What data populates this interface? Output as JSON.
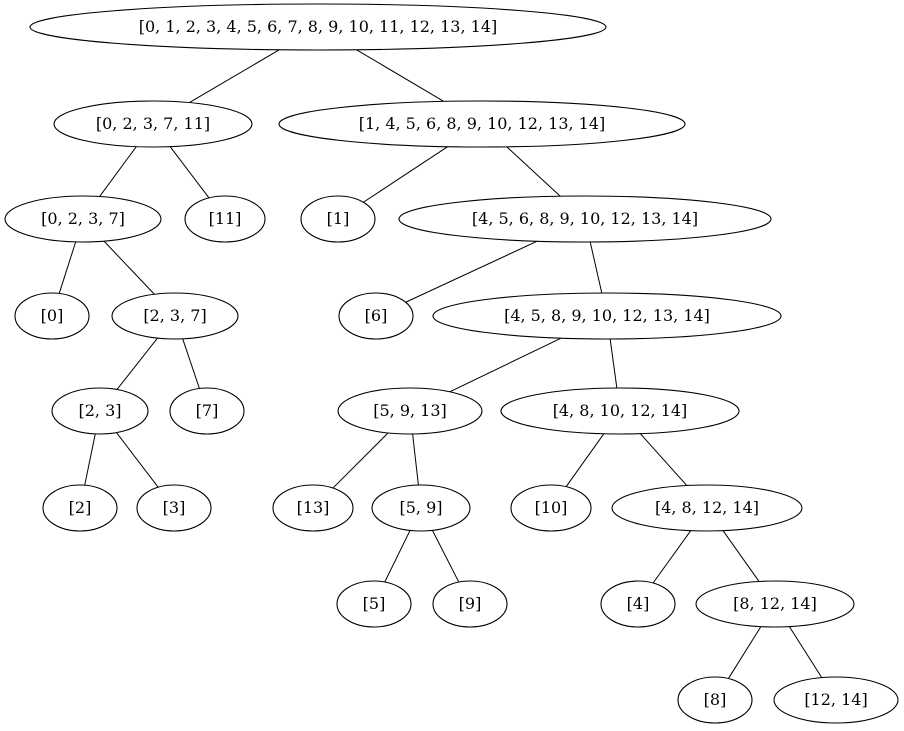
{
  "diagram": {
    "nodes": [
      {
        "id": "n0",
        "label": "[0, 1, 2, 3, 4, 5, 6, 7, 8, 9, 10, 11, 12, 13, 14]"
      },
      {
        "id": "n1",
        "label": "[0, 2, 3, 7, 11]"
      },
      {
        "id": "n2",
        "label": "[1, 4, 5, 6, 8, 9, 10, 12, 13, 14]"
      },
      {
        "id": "n3",
        "label": "[0, 2, 3, 7]"
      },
      {
        "id": "n4",
        "label": "[11]"
      },
      {
        "id": "n5",
        "label": "[1]"
      },
      {
        "id": "n6",
        "label": "[4, 5, 6, 8, 9, 10, 12, 13, 14]"
      },
      {
        "id": "n7",
        "label": "[0]"
      },
      {
        "id": "n8",
        "label": "[2, 3, 7]"
      },
      {
        "id": "n9",
        "label": "[6]"
      },
      {
        "id": "n10",
        "label": "[4, 5, 8, 9, 10, 12, 13, 14]"
      },
      {
        "id": "n11",
        "label": "[2, 3]"
      },
      {
        "id": "n12",
        "label": "[7]"
      },
      {
        "id": "n13",
        "label": "[5, 9, 13]"
      },
      {
        "id": "n14",
        "label": "[4, 8, 10, 12, 14]"
      },
      {
        "id": "n15",
        "label": "[2]"
      },
      {
        "id": "n16",
        "label": "[3]"
      },
      {
        "id": "n17",
        "label": "[13]"
      },
      {
        "id": "n18",
        "label": "[5, 9]"
      },
      {
        "id": "n19",
        "label": "[10]"
      },
      {
        "id": "n20",
        "label": "[4, 8, 12, 14]"
      },
      {
        "id": "n21",
        "label": "[5]"
      },
      {
        "id": "n22",
        "label": "[9]"
      },
      {
        "id": "n23",
        "label": "[4]"
      },
      {
        "id": "n24",
        "label": "[8, 12, 14]"
      },
      {
        "id": "n25",
        "label": "[8]"
      },
      {
        "id": "n26",
        "label": "[12, 14]"
      }
    ],
    "edges": [
      [
        "n0",
        "n1"
      ],
      [
        "n0",
        "n2"
      ],
      [
        "n1",
        "n3"
      ],
      [
        "n1",
        "n4"
      ],
      [
        "n2",
        "n5"
      ],
      [
        "n2",
        "n6"
      ],
      [
        "n3",
        "n7"
      ],
      [
        "n3",
        "n8"
      ],
      [
        "n6",
        "n9"
      ],
      [
        "n6",
        "n10"
      ],
      [
        "n8",
        "n11"
      ],
      [
        "n8",
        "n12"
      ],
      [
        "n10",
        "n13"
      ],
      [
        "n10",
        "n14"
      ],
      [
        "n11",
        "n15"
      ],
      [
        "n11",
        "n16"
      ],
      [
        "n13",
        "n17"
      ],
      [
        "n13",
        "n18"
      ],
      [
        "n14",
        "n19"
      ],
      [
        "n14",
        "n20"
      ],
      [
        "n18",
        "n21"
      ],
      [
        "n18",
        "n22"
      ],
      [
        "n20",
        "n23"
      ],
      [
        "n20",
        "n24"
      ],
      [
        "n24",
        "n25"
      ],
      [
        "n24",
        "n26"
      ]
    ]
  }
}
